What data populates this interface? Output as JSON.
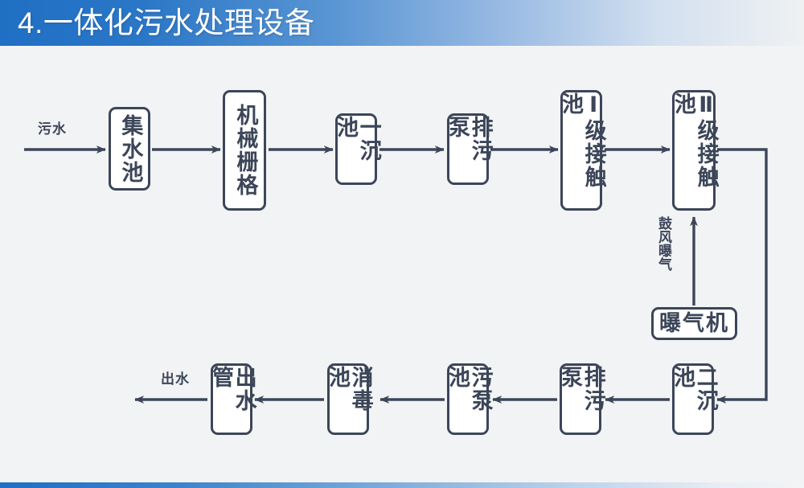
{
  "header": {
    "title": "4.一体化污水处理设备",
    "accent_color": "#1f6fc4"
  },
  "footer": {
    "accent_color": "#1f6fc4"
  },
  "diagram": {
    "background_color": "#f2f3f4",
    "stroke_color": "#3c4659",
    "node_fill": "#ffffff",
    "nodes": [
      {
        "id": "jishuichi",
        "label": "集水池",
        "orientation": "vertical"
      },
      {
        "id": "jixieshange",
        "label": "机械栅格",
        "orientation": "vertical"
      },
      {
        "id": "yichenchi",
        "label": "一沉池",
        "orientation": "vertical"
      },
      {
        "id": "paiwubeng1",
        "label": "排污泵",
        "orientation": "vertical"
      },
      {
        "id": "jiechuchi1",
        "label": "Ⅰ级接触池",
        "orientation": "vertical"
      },
      {
        "id": "jiechuchi2",
        "label": "Ⅱ级接触池",
        "orientation": "vertical"
      },
      {
        "id": "baoqiji",
        "label": "曝气机",
        "orientation": "horizontal"
      },
      {
        "id": "erchenchi",
        "label": "二沉池",
        "orientation": "vertical"
      },
      {
        "id": "paiwubeng2",
        "label": "排污泵",
        "orientation": "vertical"
      },
      {
        "id": "wubengchi",
        "label": "污泵池",
        "orientation": "vertical"
      },
      {
        "id": "xiaodu",
        "label": "消毒池",
        "orientation": "vertical"
      },
      {
        "id": "chushuiguan",
        "label": "出水管",
        "orientation": "vertical"
      }
    ],
    "labels": {
      "inlet": "污水",
      "outlet": "出水",
      "aeration": "鼓风曝气"
    }
  }
}
